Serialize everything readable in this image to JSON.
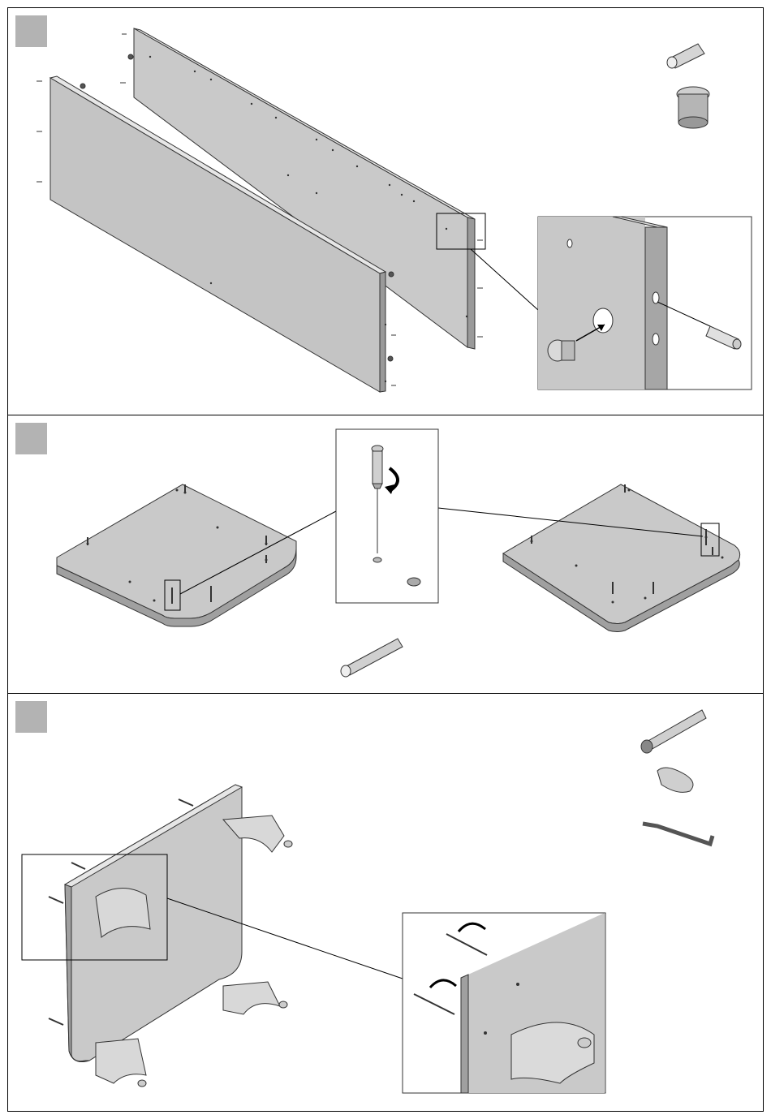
{
  "document": {
    "type": "assembly-instructions",
    "steps": [
      {
        "step_label": "",
        "parts": [
          "wooden-dowel",
          "cam-lock-fitting"
        ],
        "panels": [
          "long-side-panel",
          "long-side-panel"
        ],
        "detail": "cam-lock-insert-and-dowel-detail"
      },
      {
        "step_label": "",
        "parts": [
          "cam-bolt"
        ],
        "panels": [
          "rounded-corner-shelf-left",
          "rounded-corner-shelf-right"
        ],
        "detail": "cam-bolt-screw-in-detail"
      },
      {
        "step_label": "",
        "parts": [
          "plug-screw",
          "oval-clip",
          "allen-key"
        ],
        "panels": [
          "end-panel-with-runner-holders"
        ],
        "detail": "plug-screw-rotation-detail"
      }
    ]
  },
  "colors": {
    "panel_face": "#c8c8c8",
    "panel_edge": "#9a9a9a",
    "panel_dark": "#808080",
    "badge": "#b3b3b3",
    "line": "#000000"
  }
}
